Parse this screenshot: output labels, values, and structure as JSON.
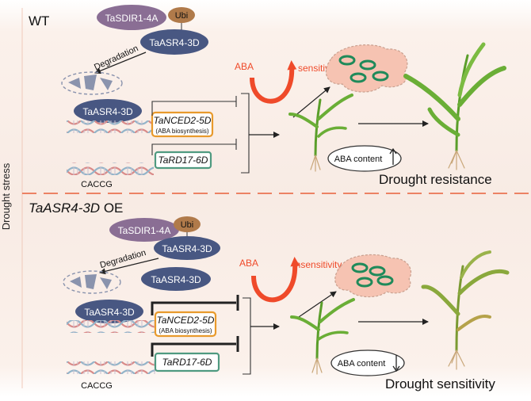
{
  "side_label": "Drought stress",
  "panels": {
    "wt": {
      "title": "WT",
      "sdir": "TaSDIR1-4A",
      "ubi": "Ubi",
      "asr_complex": "TaASR4-3D",
      "degradation": "Degradation",
      "asr_promoter": "TaASR4-3D",
      "nced_gene": "TaNCED2-5D",
      "nced_note": "(ABA biosynthesis)",
      "rd17_gene": "TaRD17-6D",
      "motif": "CACCG",
      "aba": "ABA",
      "aba_response": "sensitivity",
      "aba_content": "ABA content",
      "aba_trend_icon": "arrow-up-icon",
      "outcome": "Drought resistance"
    },
    "oe": {
      "title_italic": "TaASR4-3D",
      "title_rest": " OE",
      "sdir": "TaSDIR1-4A",
      "ubi": "Ubi",
      "asr_complex": "TaASR4-3D",
      "degradation": "Degradation",
      "asr_free": "TaASR4-3D",
      "asr_promoter": "TaASR4-3D",
      "nced_gene": "TaNCED2-5D",
      "nced_note": "(ABA biosynthesis)",
      "rd17_gene": "TaRD17-6D",
      "motif": "CACCG",
      "aba": "ABA",
      "aba_response": "insensitivity",
      "aba_content": "ABA content",
      "aba_trend_icon": "arrow-down-icon",
      "outcome": "Drought sensitivity"
    }
  },
  "colors": {
    "background": "#f8ebe4",
    "sdir_fill": "#8a6e94",
    "asr_fill": "#485782",
    "ubi_fill": "#b07a4a",
    "nced_border": "#e89a2c",
    "rd17_border": "#4f9a80",
    "aba_red": "#ef4a2a",
    "divider": "#e8603a",
    "cell_fill": "#f6c3b2",
    "chloroplast": "#1f8a5a",
    "leaf_green": "#5a9e2a",
    "dna_red": "#d98a88",
    "dna_blue": "#93b4c9"
  }
}
